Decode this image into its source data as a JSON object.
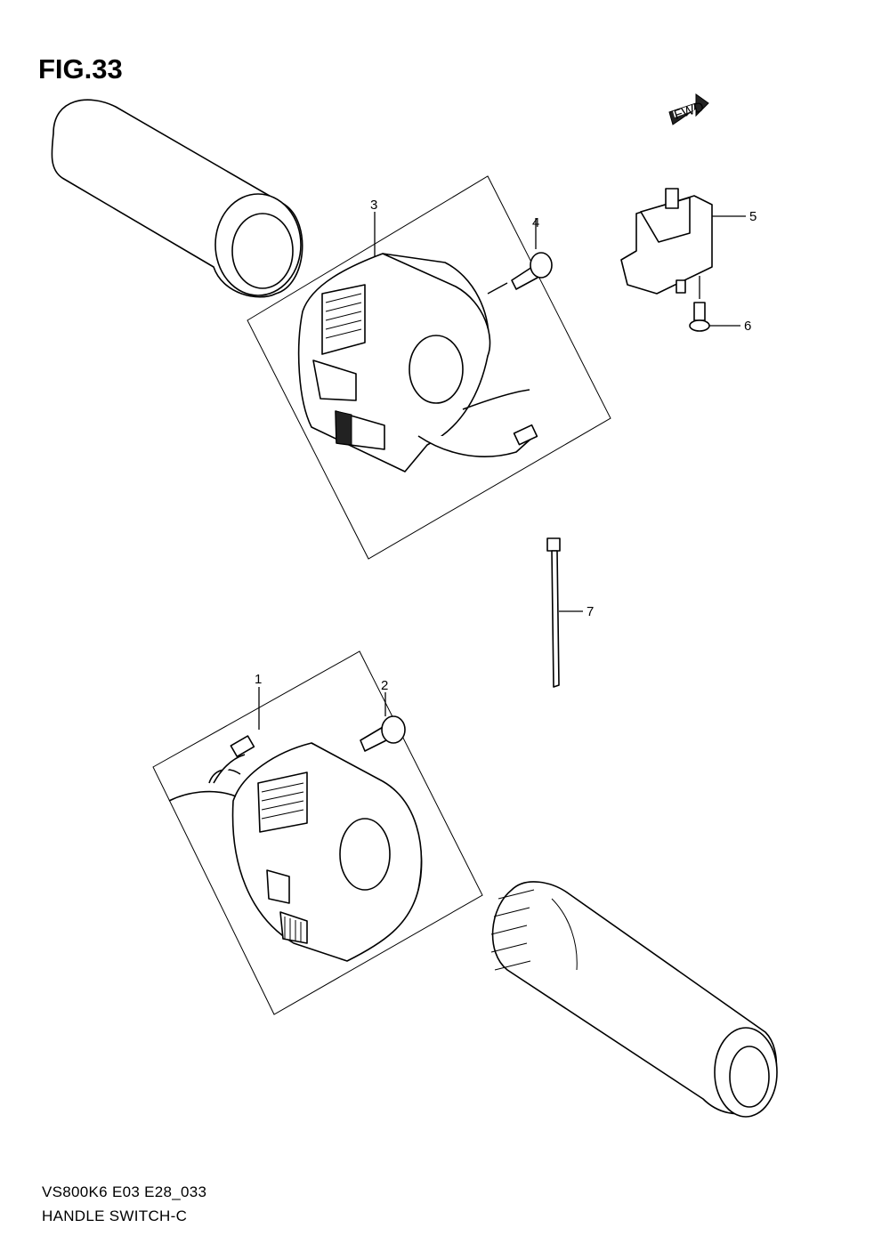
{
  "figure": {
    "title": "FIG.33",
    "fwd_label": "FWD",
    "model_code": "VS800K6 E03 E28_033",
    "section_name": "HANDLE SWITCH-C"
  },
  "callouts": [
    {
      "id": "1"
    },
    {
      "id": "2"
    },
    {
      "id": "3"
    },
    {
      "id": "4"
    },
    {
      "id": "5"
    },
    {
      "id": "6"
    },
    {
      "id": "7"
    }
  ]
}
